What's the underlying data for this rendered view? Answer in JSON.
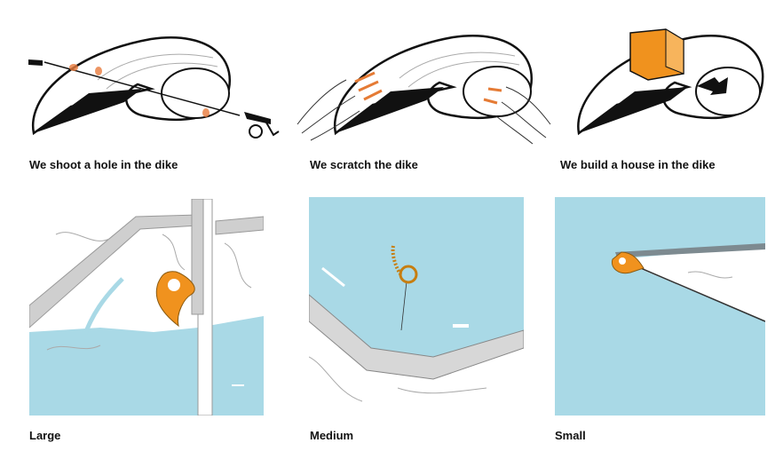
{
  "colors": {
    "water": "#a9d9e6",
    "accent": "#f0921e",
    "road": "#cfcfcf",
    "ink": "#111111"
  },
  "top_row": [
    {
      "caption": "We shoot a hole in the dike"
    },
    {
      "caption": "We scratch the dike"
    },
    {
      "caption": "We build a house in the dike"
    }
  ],
  "bottom_row": [
    {
      "label": "Large"
    },
    {
      "label": "Medium"
    },
    {
      "label": "Small"
    }
  ]
}
